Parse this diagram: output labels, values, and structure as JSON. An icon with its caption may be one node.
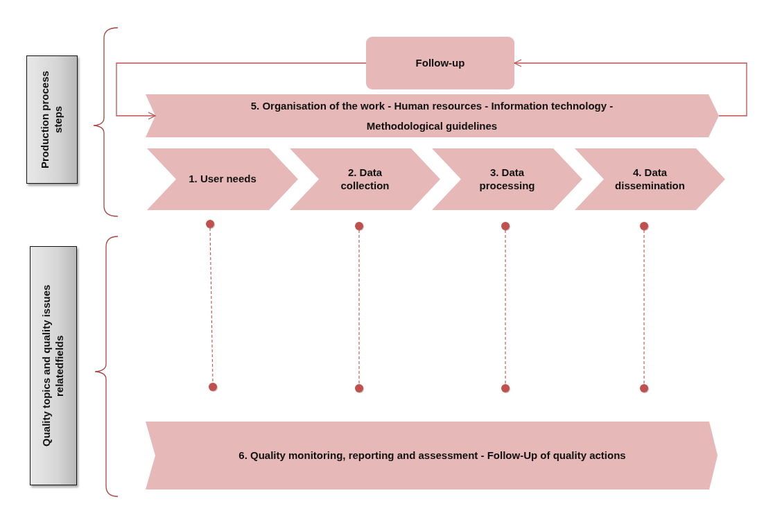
{
  "diagram": {
    "nodes": [
      {
        "text": [
          "Production process steps"
        ]
      },
      {
        "text": [
          "Quality topics and quality issues relatedfields"
        ]
      },
      {
        "text": [
          "Follow-up"
        ]
      },
      {
        "text": [
          "5. Organisation of the work - Human resources - Information technology - Methodological guidelines"
        ]
      },
      {
        "text": [
          "1. User needs"
        ]
      },
      {
        "text": [
          "2. Data collection"
        ]
      },
      {
        "text": [
          "3. Data processing"
        ]
      },
      {
        "text": [
          "4. Data dissemination"
        ]
      },
      {
        "text": [
          "6. Quality monitoring, reporting and assessment - Follow-Up of quality actions"
        ]
      },
      {
        "text": [],
        "shape": "circle"
      },
      {
        "text": [],
        "shape": "circle"
      },
      {
        "text": [],
        "shape": "circle"
      },
      {
        "text": [],
        "shape": "circle"
      },
      {
        "text": [],
        "shape": "circle"
      },
      {
        "text": [],
        "shape": "circle"
      },
      {
        "text": [],
        "shape": "circle"
      },
      {
        "text": [],
        "shape": "circle"
      }
    ],
    "edges": [
      {
        "from": 2,
        "to": 3,
        "arrow": "to"
      },
      {
        "from": 3,
        "to": 2,
        "arrow": "to"
      },
      {
        "from": 9,
        "to": 13,
        "arrow": "none",
        "style": "dashed"
      },
      {
        "from": 10,
        "to": 14,
        "arrow": "none",
        "style": "dashed"
      },
      {
        "from": 11,
        "to": 15,
        "arrow": "none",
        "style": "dashed"
      },
      {
        "from": 12,
        "to": 16,
        "arrow": "none",
        "style": "dashed"
      }
    ]
  }
}
